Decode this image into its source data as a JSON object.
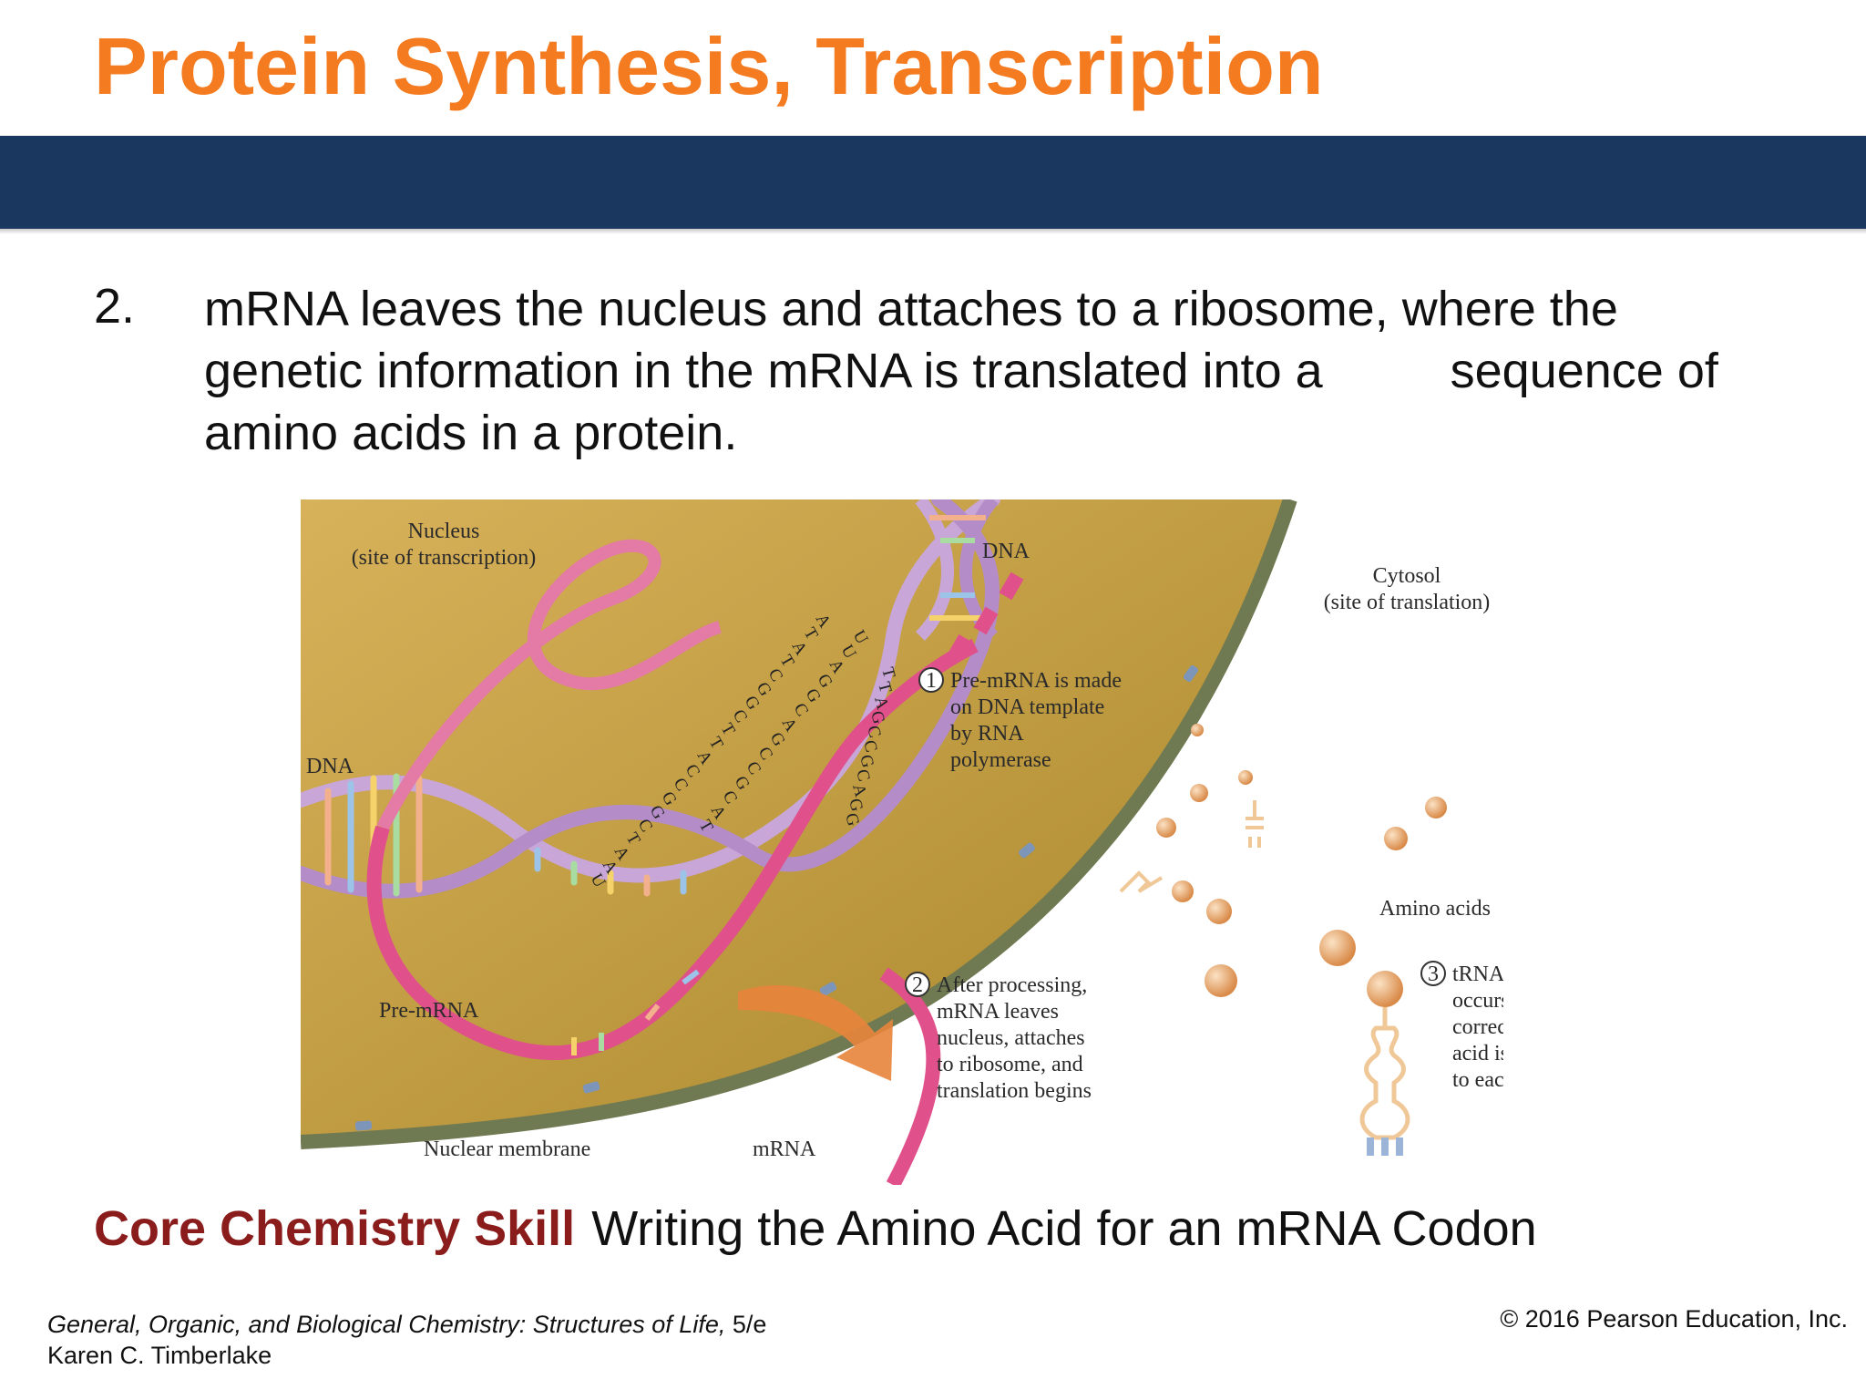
{
  "slide": {
    "title": "Protein Synthesis, Transcription",
    "bullet_number": "2.",
    "paragraph_lines": [
      "mRNA leaves the nucleus and attaches to a ribosome, where the",
      "genetic information in the mRNA is translated into a",
      "sequence of",
      "amino acids in a protein."
    ]
  },
  "figure": {
    "labels": {
      "nucleus": "Nucleus",
      "nucleus_sub": "(site of transcription)",
      "dna_top": "DNA",
      "dna_left": "DNA",
      "cytosol": "Cytosol",
      "cytosol_sub": "(site of translation)",
      "pre_mrna": "Pre-mRNA",
      "nuclear_membrane": "Nuclear membrane",
      "mrna": "mRNA",
      "amino_acids": "Amino acids"
    },
    "steps": [
      {
        "number": "1",
        "lines": [
          "Pre-mRNA is made",
          "on DNA template",
          "by RNA",
          "polymerase"
        ]
      },
      {
        "number": "2",
        "lines": [
          "After processing,",
          "mRNA leaves",
          "nucleus, attaches",
          "to ribosome, and",
          "translation begins"
        ]
      },
      {
        "number": "3",
        "lines": [
          "tRNA activation",
          "occurs when the",
          "correct amino",
          "acid is attached",
          "to each tRNA"
        ]
      }
    ],
    "template_strand_bases": [
      "A",
      "T",
      "A",
      "T",
      "C",
      "G",
      "G",
      "C",
      "T",
      "T",
      "A",
      "C",
      "C",
      "G",
      "G",
      "C",
      "T",
      "A",
      "A",
      "U"
    ],
    "mrna_strand_bases": [
      "U",
      "U",
      "A",
      "G",
      "G",
      "C",
      "A",
      "G",
      "C",
      "C",
      "G",
      "C",
      "A",
      "T"
    ],
    "coding_strand_bases": [
      "T",
      "T",
      "A",
      "G",
      "C",
      "C",
      "G",
      "C",
      "A",
      "G",
      "G"
    ],
    "colors": {
      "nucleus_fill": "#b8962e",
      "membrane": "#6f7a52",
      "mrna_pink": "#e0508a",
      "dna_lavender": "#c8a6d8",
      "amino_acid": "#e8a86a",
      "arrow_orange": "#e8843c"
    }
  },
  "footer": {
    "skill_label": "Core Chemistry Skill",
    "skill_text": "Writing the Amino Acid for an mRNA Codon",
    "book_title": "General, Organic, and Biological Chemistry: Structures of Life,",
    "book_edition": "5/e",
    "author": "Karen C. Timberlake",
    "copyright": "© 2016 Pearson Education, Inc."
  }
}
